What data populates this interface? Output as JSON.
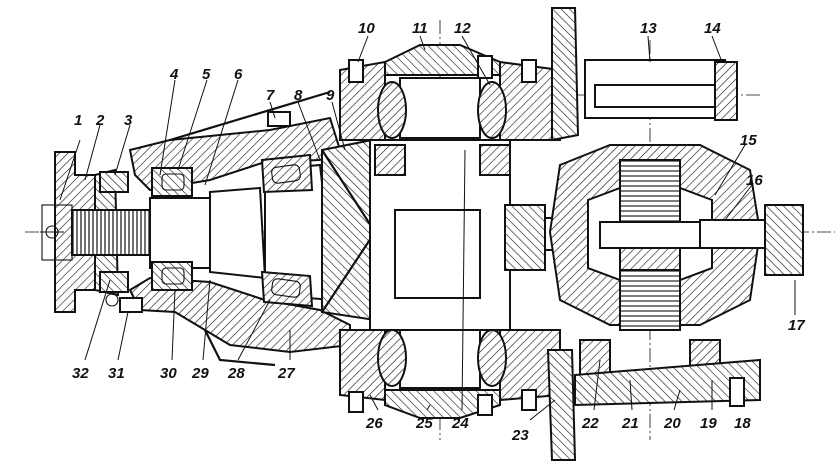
{
  "callouts": {
    "top": [
      "1",
      "2",
      "3",
      "4",
      "5",
      "6",
      "7",
      "8",
      "9",
      "10",
      "11",
      "12",
      "13",
      "14"
    ],
    "right": [
      "15",
      "16",
      "17"
    ],
    "bottom": [
      "32",
      "31",
      "30",
      "29",
      "28",
      "27",
      "26",
      "25",
      "24",
      "23",
      "22",
      "21",
      "20",
      "19",
      "18"
    ]
  },
  "style": {
    "ink": "#111111",
    "hatch_fill": "#ffffff",
    "background": "#ffffff"
  }
}
